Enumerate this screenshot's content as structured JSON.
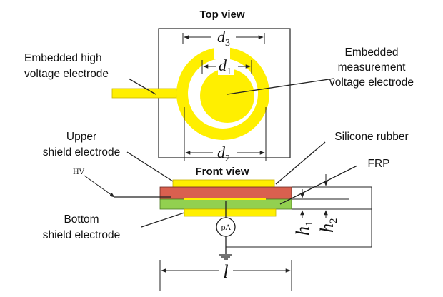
{
  "titles": {
    "top_view": "Top view",
    "front_view": "Front view"
  },
  "labels": {
    "hv_electrode_line1": "Embedded high",
    "hv_electrode_line2": "voltage electrode",
    "measure_electrode_line1": "Embedded",
    "measure_electrode_line2": "measurement",
    "measure_electrode_line3": "voltage electrode",
    "upper_shield_line1": "Upper",
    "upper_shield_line2": "shield electrode",
    "bottom_shield_line1": "Bottom",
    "bottom_shield_line2": "shield electrode",
    "silicone_rubber": "Silicone rubber",
    "frp": "FRP",
    "hv": "HV",
    "meter": "pA"
  },
  "dimensions": {
    "d3_symbol": "d",
    "d3_sub": "3",
    "d1_symbol": "d",
    "d1_sub": "1",
    "d2_symbol": "d",
    "d2_sub": "2",
    "h1_symbol": "h",
    "h1_sub": "1",
    "h2_symbol": "h",
    "h2_sub": "2",
    "l_symbol": "l"
  },
  "colors": {
    "electrode": "#ffef00",
    "electrode_edge": "#c9b400",
    "silicone_rubber": "#d9604f",
    "frp": "#92d050",
    "line": "#222222"
  }
}
